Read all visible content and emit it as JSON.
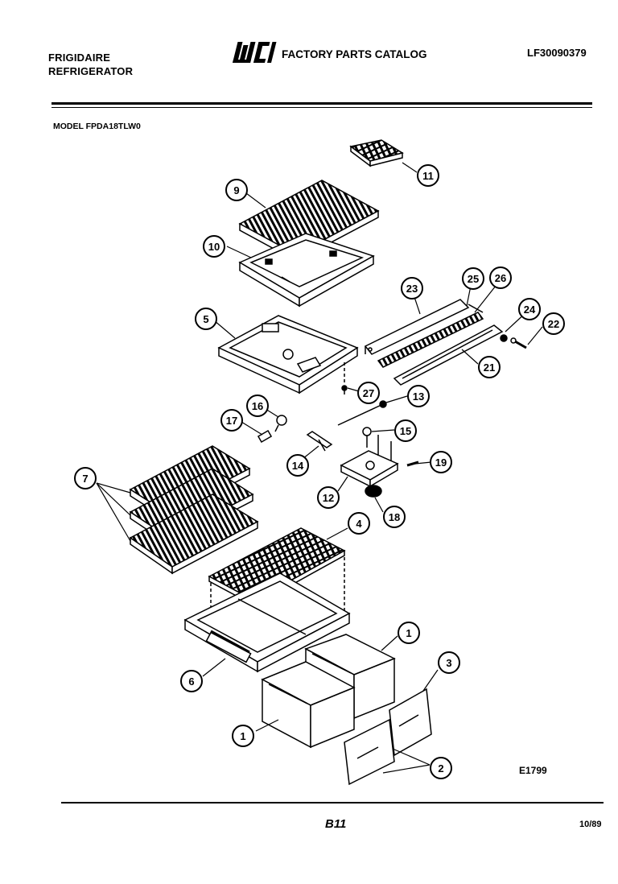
{
  "header": {
    "brand_line1": "FRIGIDAIRE",
    "brand_line2": "REFRIGERATOR",
    "logo_text": "WCI",
    "catalog_title": "FACTORY PARTS CATALOG",
    "catalog_number": "LF30090379"
  },
  "model_line": "MODEL FPDA18TLW0",
  "callouts": [
    "11",
    "9",
    "10",
    "23",
    "25",
    "26",
    "5",
    "24",
    "22",
    "21",
    "27",
    "13",
    "16",
    "17",
    "15",
    "14",
    "19",
    "12",
    "18",
    "7",
    "4",
    "1",
    "3",
    "6",
    "1",
    "2"
  ],
  "footer": {
    "diagram_code": "E1799",
    "page_code": "B11",
    "date": "10/89"
  }
}
